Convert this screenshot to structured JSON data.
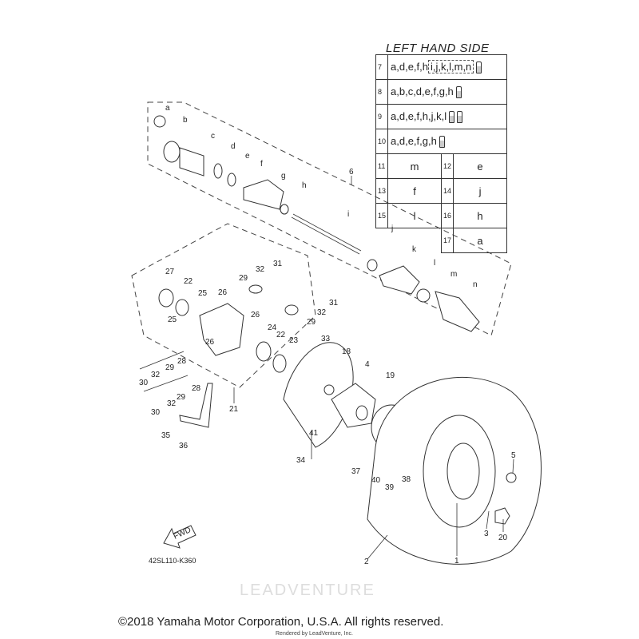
{
  "table": {
    "title": "LEFT HAND SIDE",
    "rows": [
      {
        "no": "7",
        "parts": "a,d,e,f,h",
        "boxed": "i,j,k,l,m,n"
      },
      {
        "no": "8",
        "parts": "a,b,c,d,e,f,g,h"
      },
      {
        "no": "9",
        "parts": "a,d,e,f,h,j,k,l"
      },
      {
        "no": "10",
        "parts": "a,d,e,f,g,h"
      }
    ],
    "pairs": [
      {
        "n1": "11",
        "v1": "m",
        "n2": "12",
        "v2": "e"
      },
      {
        "n1": "13",
        "v1": "f",
        "n2": "14",
        "v2": "j"
      },
      {
        "n1": "15",
        "v1": "l",
        "n2": "16",
        "v2": "h"
      },
      {
        "n2": "17",
        "v2": "a"
      }
    ]
  },
  "callouts": [
    "a",
    "b",
    "c",
    "d",
    "e",
    "f",
    "g",
    "h",
    "i",
    "6",
    "j",
    "k",
    "l",
    "m",
    "n",
    "27",
    "22",
    "25",
    "32",
    "31",
    "29",
    "26",
    "31",
    "32",
    "29",
    "25",
    "26",
    "24",
    "22",
    "23",
    "26",
    "33",
    "18",
    "4",
    "19",
    "32",
    "28",
    "29",
    "28",
    "30",
    "29",
    "32",
    "30",
    "21",
    "35",
    "36",
    "41",
    "34",
    "37",
    "40",
    "39",
    "38",
    "5",
    "3",
    "20",
    "2",
    "1"
  ],
  "fwd_label": "FWD",
  "diagram_code": "42SL110-K360",
  "copyright": "©2018 Yamaha Motor Corporation, U.S.A. All rights reserved.",
  "rendered_by": "Rendered by LeadVenture, Inc.",
  "watermark": "LEADVENTURE"
}
